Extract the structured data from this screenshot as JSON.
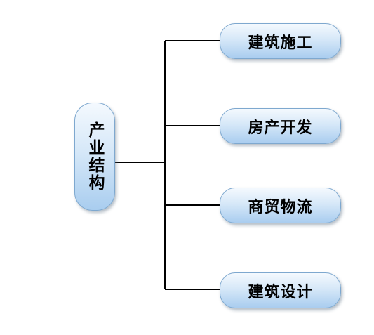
{
  "diagram": {
    "type": "tree",
    "root": {
      "label": "产业结构"
    },
    "children": [
      {
        "label": "建筑施工"
      },
      {
        "label": "房产开发"
      },
      {
        "label": "商贸物流"
      },
      {
        "label": "建筑设计"
      }
    ],
    "colors": {
      "node_fill_top": "#f4f9fe",
      "node_fill_bottom": "#a9cdef",
      "node_border": "#7ea8cf",
      "connector": "#000000",
      "text": "#000000"
    }
  }
}
